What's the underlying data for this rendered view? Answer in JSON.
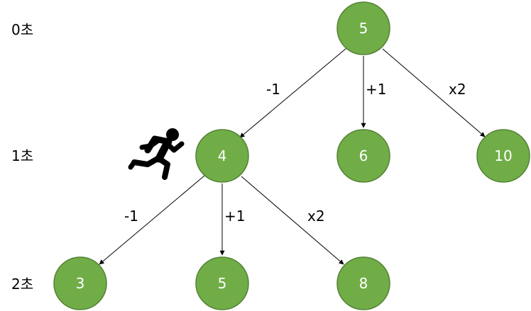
{
  "time_labels": [
    "0초",
    "1초",
    "2초"
  ],
  "nodes": {
    "root": "5",
    "l1_minus": "4",
    "l1_plus": "6",
    "l1_times": "10",
    "l2_minus": "3",
    "l2_plus": "5",
    "l2_times": "8"
  },
  "edge_labels": {
    "root_minus": "-1",
    "root_plus": "+1",
    "root_times": "x2",
    "l1_minus": "-1",
    "l1_plus": "+1",
    "l1_times": "x2"
  },
  "icons": {
    "runner": "running-person-icon"
  },
  "colors": {
    "node_fill": "#70ad47",
    "node_stroke": "#548235",
    "node_text": "#ffffff",
    "edge": "#000000"
  }
}
